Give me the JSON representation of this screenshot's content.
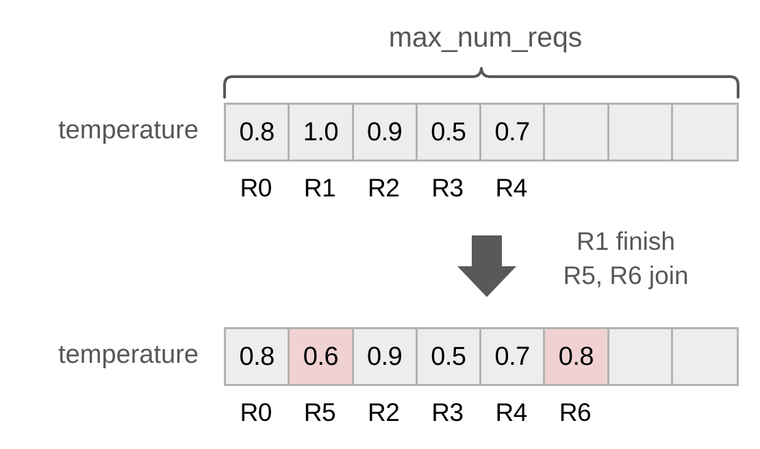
{
  "diagram": {
    "title": "max_num_reqs",
    "brace_icon": "curly-brace-top-icon",
    "arrow_icon": "down-arrow-icon",
    "colors": {
      "cell_fill": "#ededed",
      "cell_border": "#b2b2b2",
      "highlight_fill": "#f1d2d2",
      "text_gray": "#575757",
      "text_black": "#000000",
      "arrow_fill": "#595959"
    },
    "rows": [
      {
        "label": "temperature",
        "cells": [
          {
            "value": "0.8",
            "highlight": false
          },
          {
            "value": "1.0",
            "highlight": false
          },
          {
            "value": "0.9",
            "highlight": false
          },
          {
            "value": "0.5",
            "highlight": false
          },
          {
            "value": "0.7",
            "highlight": false
          },
          {
            "value": "",
            "highlight": false
          },
          {
            "value": "",
            "highlight": false
          },
          {
            "value": "",
            "highlight": false
          }
        ],
        "req_ids": [
          "R0",
          "R1",
          "R2",
          "R3",
          "R4",
          "",
          "",
          ""
        ]
      },
      {
        "label": "temperature",
        "cells": [
          {
            "value": "0.8",
            "highlight": false
          },
          {
            "value": "0.6",
            "highlight": true
          },
          {
            "value": "0.9",
            "highlight": false
          },
          {
            "value": "0.5",
            "highlight": false
          },
          {
            "value": "0.7",
            "highlight": false
          },
          {
            "value": "0.8",
            "highlight": true
          },
          {
            "value": "",
            "highlight": false
          },
          {
            "value": "",
            "highlight": false
          }
        ],
        "req_ids": [
          "R0",
          "R5",
          "R2",
          "R3",
          "R4",
          "R6",
          "",
          ""
        ]
      }
    ],
    "transition": {
      "lines": [
        "R1 finish",
        "R5, R6 join"
      ]
    }
  }
}
